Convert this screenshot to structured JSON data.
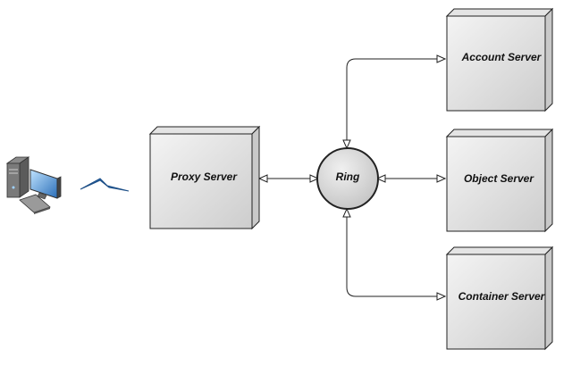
{
  "nodes": {
    "proxy": {
      "label": "Proxy Server"
    },
    "ring": {
      "label": "Ring"
    },
    "account": {
      "label": "Account Server"
    },
    "object": {
      "label": "Object Server"
    },
    "container": {
      "label": "Container Server"
    }
  },
  "icons": {
    "client": "desktop-computer-icon",
    "link": "lightning-link-icon"
  },
  "colors": {
    "box_fill_light": "#f2f2f2",
    "box_fill_dark": "#cfcfcf",
    "ring_fill": "#d8d8d8",
    "stroke": "#222222"
  }
}
